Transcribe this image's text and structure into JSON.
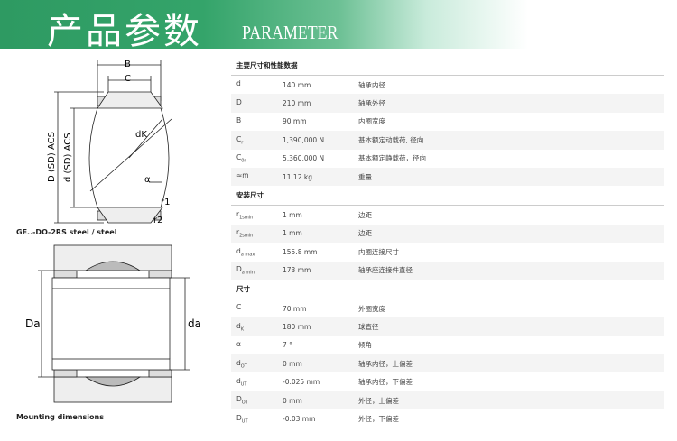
{
  "banner": {
    "title_cn": "产品参数",
    "title_en": "PARAMETER"
  },
  "drawing1": {
    "caption": "GE..-DO-2RS steel / steel",
    "labels": {
      "B": "B",
      "C": "C",
      "D": "D",
      "d": "d",
      "dK": "dK",
      "alpha": "α",
      "r1": "r1",
      "r2": "r2",
      "acs": "ACS",
      "sd": "SD"
    }
  },
  "drawing2": {
    "caption": "Mounting dimensions",
    "labels": {
      "Da": "Da",
      "da": "da"
    }
  },
  "sections": [
    {
      "title": "主要尺寸和性能数据",
      "rows": [
        {
          "sym": "d",
          "sub": "",
          "value": "140 mm",
          "desc": "轴承内径"
        },
        {
          "sym": "D",
          "sub": "",
          "value": "210 mm",
          "desc": "轴承外径"
        },
        {
          "sym": "B",
          "sub": "",
          "value": "90 mm",
          "desc": "内圈宽度"
        },
        {
          "sym": "C",
          "sub": "r",
          "value": "1,390,000 N",
          "desc": "基本额定动载荷, 径向"
        },
        {
          "sym": "C",
          "sub": "0r",
          "value": "5,360,000 N",
          "desc": "基本额定静载荷，径向"
        },
        {
          "sym": "≈m",
          "sub": "",
          "value": "11.12 kg",
          "desc": "重量"
        }
      ]
    },
    {
      "title": "安装尺寸",
      "rows": [
        {
          "sym": "r",
          "sub": "1smin",
          "value": "1 mm",
          "desc": "边距"
        },
        {
          "sym": "r",
          "sub": "2smin",
          "value": "1 mm",
          "desc": "边距"
        },
        {
          "sym": "d",
          "sub": "a max",
          "value": "155.8 mm",
          "desc": "内圈连接尺寸"
        },
        {
          "sym": "D",
          "sub": "a min",
          "value": "173 mm",
          "desc": "轴承座连接件直径"
        }
      ]
    },
    {
      "title": "尺寸",
      "rows": [
        {
          "sym": "C",
          "sub": "",
          "value": "70 mm",
          "desc": "外圈宽度"
        },
        {
          "sym": "d",
          "sub": "K",
          "value": "180 mm",
          "desc": "球直径"
        },
        {
          "sym": "α",
          "sub": "",
          "value": "7 °",
          "desc": "倾角"
        },
        {
          "sym": "d",
          "sub": "OT",
          "value": "0 mm",
          "desc": "轴承内径，上偏差"
        },
        {
          "sym": "d",
          "sub": "UT",
          "value": "-0.025 mm",
          "desc": "轴承内径，下偏差"
        },
        {
          "sym": "D",
          "sub": "OT",
          "value": "0 mm",
          "desc": "外径，上偏差"
        },
        {
          "sym": "D",
          "sub": "UT",
          "value": "-0.03 mm",
          "desc": "外径，下偏差"
        }
      ]
    }
  ]
}
